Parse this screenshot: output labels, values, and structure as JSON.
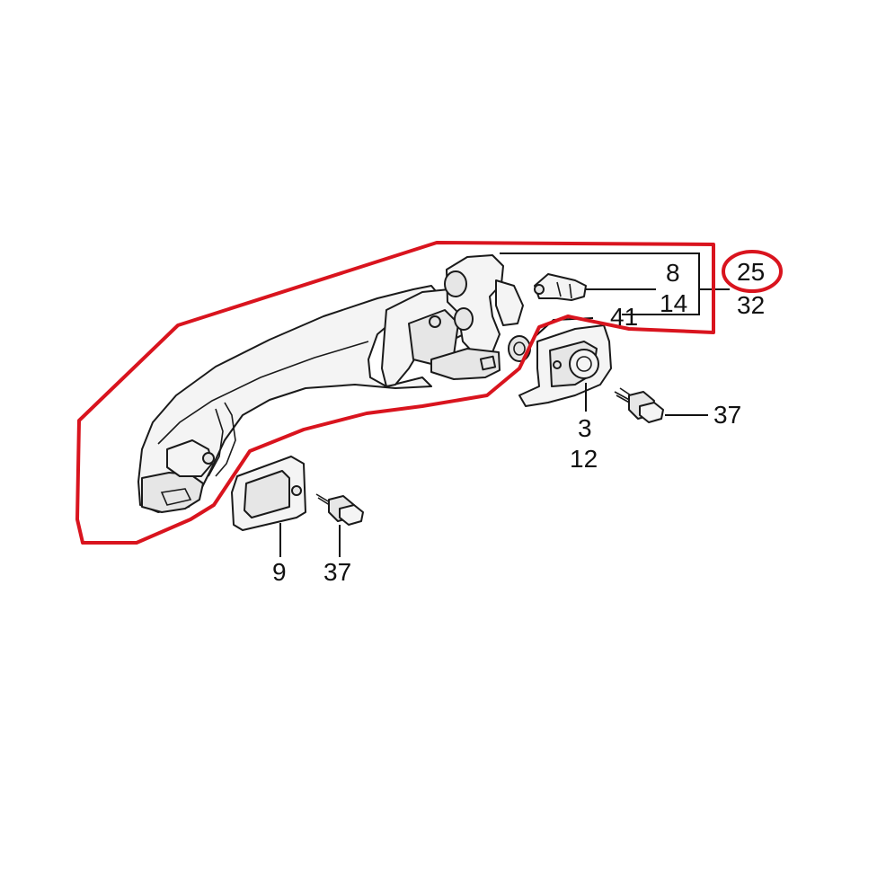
{
  "diagram": {
    "highlight_color": "#d9141e",
    "line_color": "#111111",
    "labels": {
      "l8": "8",
      "l14": "14",
      "l41": "41",
      "l25": "25",
      "l32": "32",
      "l37a": "37",
      "l3": "3",
      "l12": "12",
      "l9": "9",
      "l37b": "37"
    }
  }
}
